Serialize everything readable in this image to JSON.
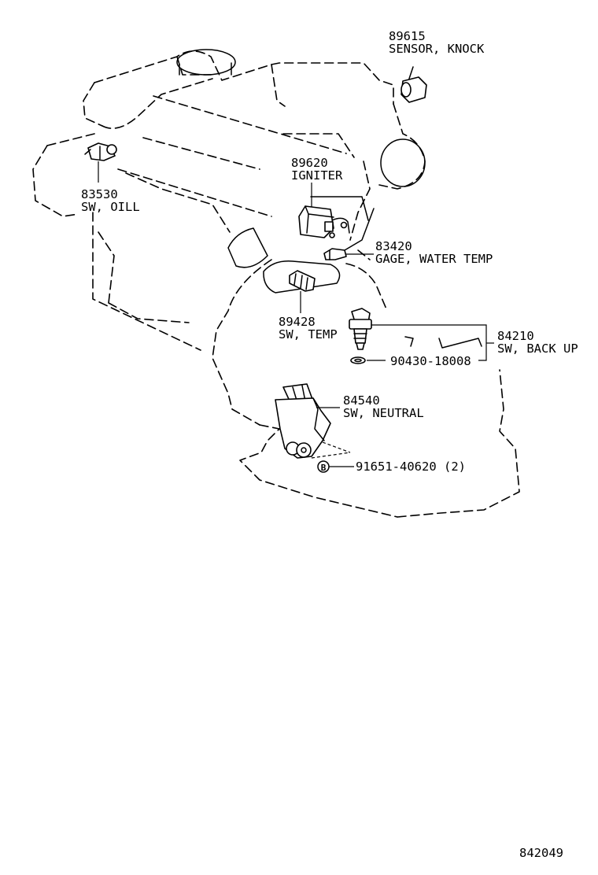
{
  "parts": {
    "sensor_knock": {
      "number": "89615",
      "name": "SENSOR, KNOCK"
    },
    "igniter": {
      "number": "89620",
      "name": "IGNITER"
    },
    "sw_oil": {
      "number": "83530",
      "name": "SW, OILL"
    },
    "gage_water_temp": {
      "number": "83420",
      "name": "GAGE, WATER TEMP"
    },
    "sw_temp": {
      "number": "89428",
      "name": "SW, TEMP"
    },
    "sw_back_up": {
      "number": "84210",
      "name": "SW, BACK UP"
    },
    "gasket": {
      "number": "90430-18008"
    },
    "sw_neutral": {
      "number": "84540",
      "name": "SW, NEUTRAL"
    },
    "bolt": {
      "marker": "B",
      "number": "91651-40620 (2)"
    }
  },
  "figure_code": "842049"
}
